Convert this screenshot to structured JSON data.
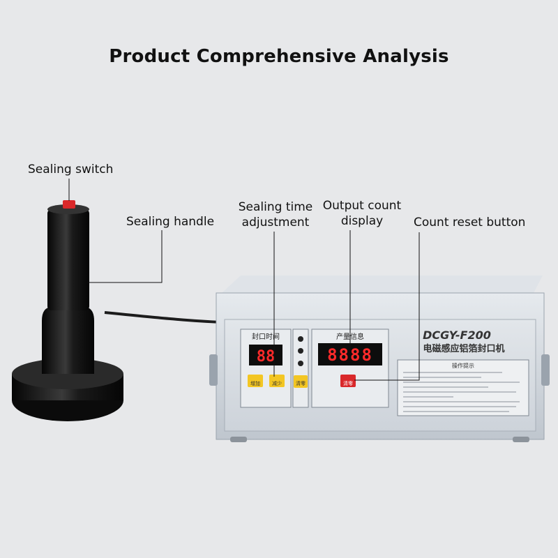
{
  "title": "Product Comprehensive Analysis",
  "callouts": {
    "sealing_switch": "Sealing switch",
    "sealing_handle": "Sealing handle",
    "sealing_time_line1": "Sealing time",
    "sealing_time_line2": "adjustment",
    "output_count_line1": "Output count",
    "output_count_line2": "display",
    "count_reset": "Count reset button"
  },
  "device": {
    "model": "DCGY-F200",
    "subtitle": "电磁感应铝箔封口机",
    "timer_panel_label": "封口时间",
    "output_panel_label": "产量信息",
    "timer_display": "88",
    "count_display": "8888",
    "btn_increase": "增加",
    "btn_decrease": "减少",
    "btn_seal": "清零",
    "btn_reset": "清零",
    "instructions_title": "操作提示"
  },
  "colors": {
    "background": "#e7e8ea",
    "panel_face": "#d8dde3",
    "button_yellow": "#f3c623",
    "button_red": "#d9282a",
    "led_red": "#ff2a2a",
    "handle_black": "#141414"
  }
}
